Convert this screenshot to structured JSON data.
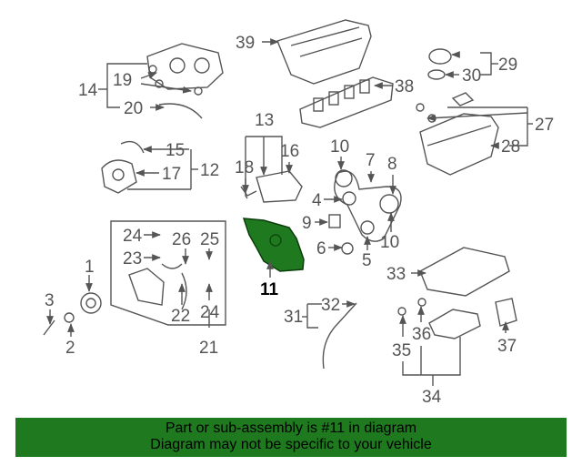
{
  "colors": {
    "highlight": "#1f7a1f",
    "line": "#555555",
    "background": "#ffffff"
  },
  "diagram": {
    "callouts": [
      {
        "id": "c39",
        "text": "39"
      },
      {
        "id": "c29",
        "text": "29"
      },
      {
        "id": "c30",
        "text": "30"
      },
      {
        "id": "c14",
        "text": "14"
      },
      {
        "id": "c19",
        "text": "19"
      },
      {
        "id": "c20",
        "text": "20"
      },
      {
        "id": "c38",
        "text": "38"
      },
      {
        "id": "c27",
        "text": "27"
      },
      {
        "id": "c28",
        "text": "28"
      },
      {
        "id": "c13",
        "text": "13"
      },
      {
        "id": "c15",
        "text": "15"
      },
      {
        "id": "c12",
        "text": "12"
      },
      {
        "id": "c17",
        "text": "17"
      },
      {
        "id": "c18",
        "text": "18"
      },
      {
        "id": "c16",
        "text": "16"
      },
      {
        "id": "c10a",
        "text": "10"
      },
      {
        "id": "c7",
        "text": "7"
      },
      {
        "id": "c8",
        "text": "8"
      },
      {
        "id": "c4",
        "text": "4"
      },
      {
        "id": "c9",
        "text": "9"
      },
      {
        "id": "c6",
        "text": "6"
      },
      {
        "id": "c5",
        "text": "5"
      },
      {
        "id": "c10b",
        "text": "10"
      },
      {
        "id": "c24a",
        "text": "24"
      },
      {
        "id": "c26",
        "text": "26"
      },
      {
        "id": "c25",
        "text": "25"
      },
      {
        "id": "c23",
        "text": "23"
      },
      {
        "id": "c22",
        "text": "22"
      },
      {
        "id": "c24b",
        "text": "24"
      },
      {
        "id": "c21",
        "text": "21"
      },
      {
        "id": "c1",
        "text": "1"
      },
      {
        "id": "c3",
        "text": "3"
      },
      {
        "id": "c2",
        "text": "2"
      },
      {
        "id": "c11",
        "text": "11"
      },
      {
        "id": "c32",
        "text": "32"
      },
      {
        "id": "c31",
        "text": "31"
      },
      {
        "id": "c33",
        "text": "33"
      },
      {
        "id": "c36",
        "text": "36"
      },
      {
        "id": "c37",
        "text": "37"
      },
      {
        "id": "c35",
        "text": "35"
      },
      {
        "id": "c34",
        "text": "34"
      }
    ],
    "highlighted_part": "11"
  },
  "footer": {
    "line1": "Part or sub-assembly is #11 in diagram",
    "line2": "Diagram may not be specific to your vehicle"
  }
}
